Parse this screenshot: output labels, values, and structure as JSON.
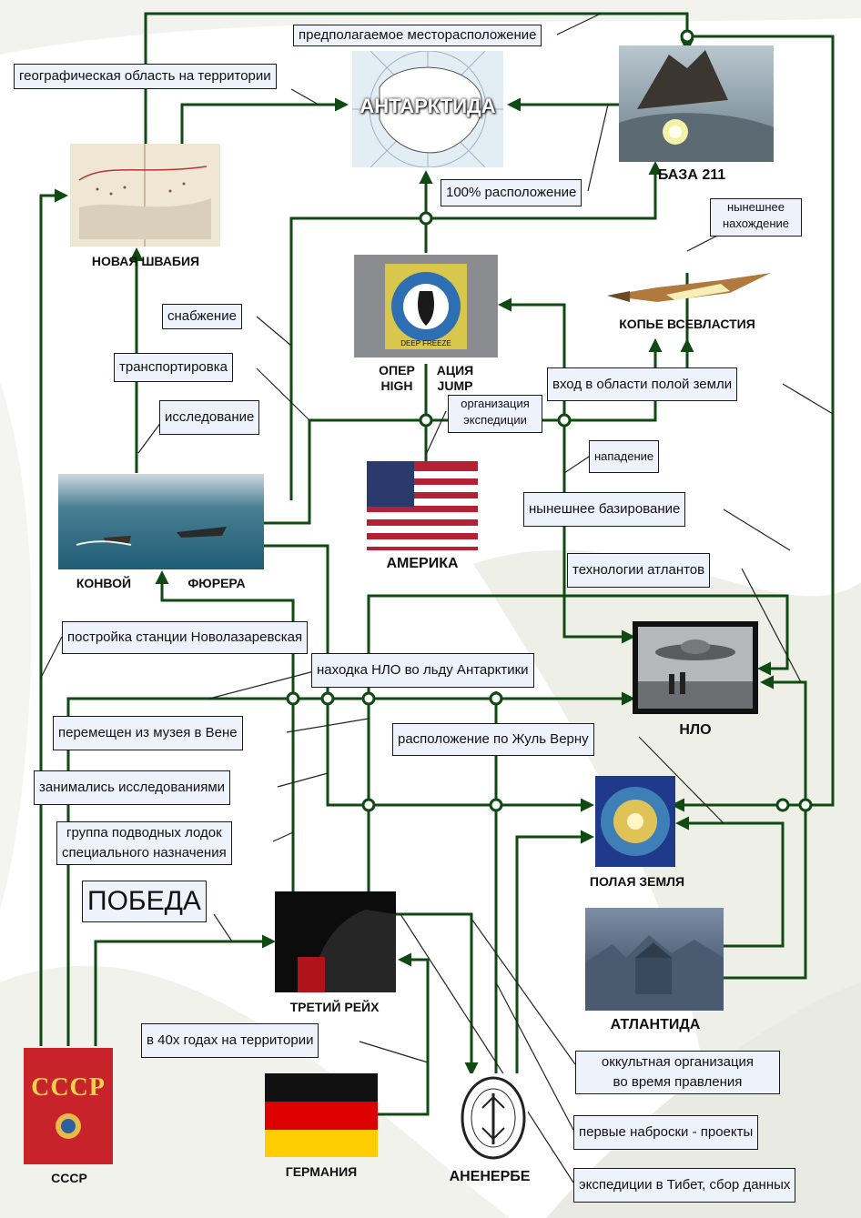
{
  "titles": {
    "antarctica": "АНТАРКТИДА",
    "base211": "БАЗА 211",
    "new_swabia": "НОВАЯ ШВАБИЯ",
    "spear": "КОПЬЕ ВСЕВЛАСТИЯ",
    "operation_line1a": "ОПЕР",
    "operation_line1b": "АЦИЯ",
    "operation_line2a": "HIGH",
    "operation_line2b": "JUMP",
    "convoy_a": "КОНВОЙ",
    "convoy_b": "ФЮРЕРА",
    "america": "АМЕРИКА",
    "ufo": "НЛО",
    "hollow_earth": "ПОЛАЯ ЗЕМЛЯ",
    "atlantis": "АТЛАНТИДА",
    "third_reich": "ТРЕТИЙ РЕЙХ",
    "ussr": "СССР",
    "germany": "ГЕРМАНИЯ",
    "ahnenerbe": "АНЕНЕРБЕ",
    "ussr_flag_text": "СССР",
    "patch_text": "DEEP FREEZE"
  },
  "relations": {
    "presumed_location": "предполагаемое месторасположение",
    "geo_area": "географическая область на территории",
    "location_100": "100% расположение",
    "current_location": [
      "нынешнее",
      "нахождение"
    ],
    "supply": "снабжение",
    "transport": "транспортировка",
    "research": "исследование",
    "org_expedition": [
      "организация",
      "экспедиции"
    ],
    "hollow_entry": "вход в области полой земли",
    "attack": "нападение",
    "current_base": "нынешнее базирование",
    "atlantean_tech": "технологии атлантов",
    "station_build": "постройка станции Новолазаревская",
    "ufo_ice_find": "находка НЛО во льду Антарктики",
    "moved_museum": "перемещен из музея в Вене",
    "verne_location": "расположение по Жуль Верну",
    "did_research": "занимались исследованиями",
    "sub_group": [
      "группа подводных лодок",
      "специального назначения"
    ],
    "victory": "ПОБЕДА",
    "in_40s": "в 40х годах на территории",
    "occult_org": [
      "оккультная организация",
      "во время правления"
    ],
    "first_sketches": "первые наброски - проекты",
    "tibet": "экспедиции в Тибет, сбор данных"
  },
  "colors": {
    "arrow": "#0f4a12",
    "box_bg": "#eef2fb",
    "ussr_red": "#c8232b",
    "flag_black": "#111111",
    "flag_red": "#dd0000",
    "flag_gold": "#ffce00"
  }
}
